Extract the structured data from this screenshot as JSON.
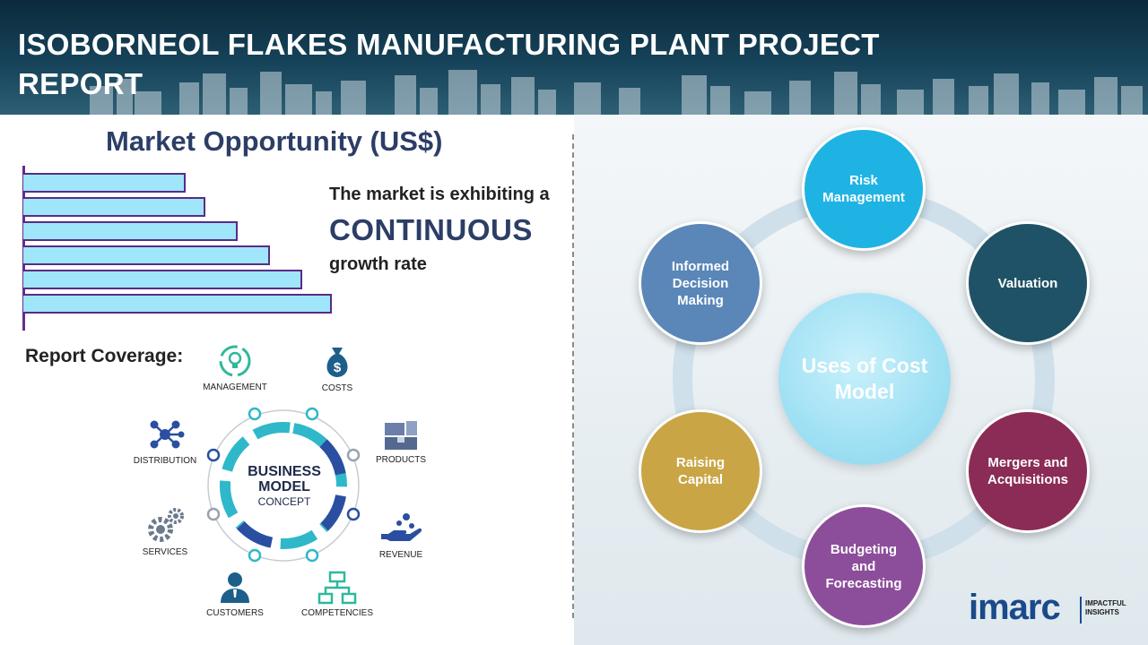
{
  "header": {
    "title": "ISOBORNEOL FLAKES MANUFACTURING PLANT PROJECT REPORT"
  },
  "market": {
    "title": "Market Opportunity (US$)",
    "growth_line1": "The market is exhibiting a",
    "growth_emphasis": "CONTINUOUS",
    "growth_line2": "growth rate",
    "bar_levels": [
      0.5,
      0.56,
      0.66,
      0.76,
      0.86,
      0.95
    ]
  },
  "coverage": {
    "title": "Report Coverage:",
    "items": {
      "management": "MANAGEMENT",
      "costs": "COSTS",
      "distribution": "DISTRIBUTION",
      "products": "PRODUCTS",
      "services": "SERVICES",
      "revenue": "REVENUE",
      "customers": "CUSTOMERS",
      "competencies": "COMPETENCIES"
    },
    "center": {
      "line1": "BUSINESS",
      "line2": "MODEL",
      "line3": "CONCEPT"
    }
  },
  "uses": {
    "center": "Uses of Cost Model",
    "nodes": {
      "risk": "Risk Management",
      "valuation": "Valuation",
      "mergers": "Mergers and Acquisitions",
      "budgeting": "Budgeting and Forecasting",
      "raising": "Raising Capital",
      "informed": "Informed Decision Making"
    },
    "colors": {
      "risk": "#1fb3e3",
      "valuation": "#1f5266",
      "mergers": "#8a2c55",
      "budgeting": "#8c4e9a",
      "raising": "#c9a545",
      "informed": "#5a86b8"
    }
  },
  "logo": {
    "brand": "imarc",
    "tagline1": "IMPACTFUL",
    "tagline2": "INSIGHTS"
  }
}
